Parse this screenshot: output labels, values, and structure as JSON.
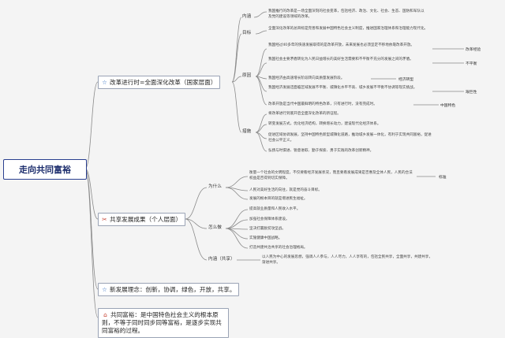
{
  "root": "走向共同富裕",
  "branch1": {
    "title": "改革进行时=全面深化改革（国家层面）",
    "sub_content": "内涵",
    "content_text": "我国推行的改革是一场全面深刻的社会变革，包括经济、政治、文化、社会、生态、国防和军队以及党的建设等领域的改革。",
    "sub_goal": "目标",
    "goal_text": "全面深化改革的总目标是完善和发展中国特色社会主义制度，推进国家治理体系和治理能力现代化。",
    "sub_reason": "原因",
    "reasons": [
      {
        "text": "我国经过40多年的快速发展取得的是改革开放，未来发展也必须坚定不移地依靠改革开放。",
        "tag": "改革经验"
      },
      {
        "text": "我国社会主要矛盾转化为人民日益增长的美好生活需要和不平衡不充分的发展之间的矛盾。",
        "tag": "不平衡"
      },
      {
        "text": "我国经济由高速增长阶段转向高质量发展阶段。",
        "tag": "经济转型"
      },
      {
        "text": "我国经济发展还面临区域发展不平衡、城镇化水平不高、城乡发展不平衡不协调等现实挑战。",
        "tag": "艰巨性"
      },
      {
        "text": "改革开放是当代中国最鲜明的特色改革，只有进行时，没有完成时。",
        "tag": "中国特色"
      }
    ],
    "sub_measures": "措施",
    "measures": [
      "将改革进行到底开启全面深化改革的新征程。",
      "转变发展方式，优化经济结构，转换增长动力，建设现代化经济体系。",
      "促进区域协调发展，坚持中国特色新型城镇化道路，推动城乡发展一体化，有利于实现共同富裕，促进社会公平正义。",
      "弘扬与时俱进、锐意进取、勤于探索、勇于实践的改革创新精神。"
    ]
  },
  "branch2": {
    "title": "共享发展成果（个人层面）",
    "sub_why": "为什么",
    "why": [
      "衡量一个社会的文明程度，不仅要看经济发展状况，而且要看发展成果是否惠及全体人民，人民的合法权益是否得到切实保障。",
      "人民对美好生活的向往，就是党的奋斗目标。",
      "发展的根本目的就是增进民生福祉。"
    ],
    "why_tag": "标准",
    "sub_how": "怎么做",
    "how": [
      "提高就业质量和人民收入水平。",
      "加强社会保障体系建设。",
      "坚决打赢脱贫攻坚战。",
      "实施健康中国战略。",
      "打造共建共治共享的社会治理格局。"
    ],
    "sub_meaning": "内涵（共享）",
    "meaning_text": "以人民为中心的发展思想，强调人人参与，人人尽力，人人享有的，包括全民共享，全面共享，共建共享，渐进共享。"
  },
  "branch3": {
    "title": "新发展理念：创新，协调，绿色，开放，共享。"
  },
  "branch4": {
    "title": "共同富裕：是中国特色社会主义的根本原则，不等于同时同步同等富裕，是逐步实现共同富裕的过程。"
  },
  "colors": {
    "line": "#8a8a8a",
    "root_border": "#2a3f8f",
    "star": "#2d6cc0",
    "red": "#c43a2a"
  },
  "icons": {
    "star": "star-icon",
    "tool": "tools-icon",
    "home": "home-icon"
  }
}
